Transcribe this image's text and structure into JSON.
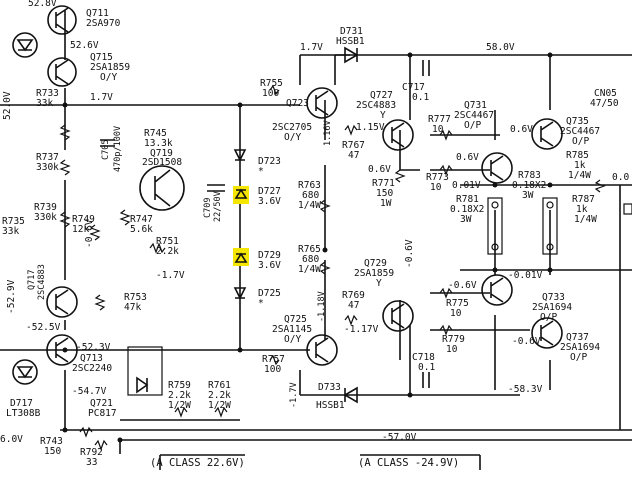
{
  "labels": {
    "top_left_voltage": "52.8V",
    "q711": "Q711",
    "q711_part": "2SA970",
    "q715": "Q715",
    "q715_part": "2SA1859",
    "q715_grade": "O/Y",
    "v52_6": "52.6V",
    "v52_0": "52.0V",
    "r733": "R733",
    "r733_val": "33k",
    "v1_7a": "1.7V",
    "c705": "C705",
    "c705_val": "470p/100V",
    "r737": "R737",
    "r737_val": "330k",
    "r745": "R745",
    "r745_val": "13.3k",
    "q719": "Q719",
    "q719_part": "2SD1508",
    "c709": "C709",
    "c709_val": "22/50V",
    "r735": "R735",
    "r735_val": "33k",
    "r739": "R739",
    "r739_val": "330k",
    "r749": "R749",
    "r749_val": "12k",
    "v_neg0_6": "-0.6V",
    "r747": "R747",
    "r747_val": "5.6k",
    "r751": "R751",
    "r751_val": "2.2k",
    "v_neg1_7": "-1.7V",
    "q717": "Q717",
    "q717_part": "2SC4883",
    "v_neg52_9": "-52.9V",
    "r753": "R753",
    "r753_val": "47k",
    "v_neg52_5": "-52.5V",
    "v_neg52_3": "-52.3V",
    "q713": "Q713",
    "q713_part": "2SC2240",
    "v_neg54_7": "-54.7V",
    "d717": "D717",
    "d717_part": "LT308B",
    "q721": "Q721",
    "q721_part": "PC817",
    "r759": "R759",
    "r759_val": "2.2k",
    "r759_w": "1/2W",
    "r761": "R761",
    "r761_val": "2.2k",
    "r761_w": "1/2W",
    "v_neg6_0": "6.0V",
    "r743": "R743",
    "r743_val": "150",
    "r792": "R792",
    "r792_val": "33",
    "class_a_pos": "(A CLASS 22.6V)",
    "class_a_neg": "(A CLASS -24.9V)",
    "d731": "D731",
    "d731_part": "HSSB1",
    "v1_7b": "1.7V",
    "v58": "58.0V",
    "c717": "C717",
    "c717_val": "0.1",
    "r755": "R755",
    "r755_val": "100",
    "q723": "Q723",
    "q723_part": "2SC2705",
    "q723_grade": "O/Y",
    "v1_16": "1.16V",
    "q727": "Q727",
    "q727_part": "2SC4883",
    "q727_grade": "Y",
    "v1_15": "1.15V",
    "r767": "R767",
    "r767_val": "47",
    "q731": "Q731",
    "q731_part": "2SC4467",
    "q731_grade": "O/P",
    "r777": "R777",
    "r777_val": "10",
    "v0_6a": "0.6V",
    "q735": "Q735",
    "q735_part": "2SC4467",
    "q735_grade": "O/P",
    "cn05": "CN05",
    "cn05_val": "47/50",
    "d723": "D723",
    "d727": "D727",
    "d727_v": "3.6V",
    "d729": "D729",
    "d729_v": "3.6V",
    "d725": "D725",
    "r763": "R763",
    "r763_val": "680",
    "r763_w": "1/4W",
    "r765": "R765",
    "r765_val": "680",
    "r765_w": "1/4W",
    "v0_6b": "0.6V",
    "v0_6c": "0.6V",
    "r771": "R771",
    "r771_val": "150",
    "r771_w": "1W",
    "r773": "R773",
    "r773_val": "10",
    "v0_01": "0.01V",
    "r783": "R783",
    "r783_val": "0.18X2",
    "r783_w": "3W",
    "r785": "R785",
    "r785_val": "1k",
    "r785_w": "1/4W",
    "r781": "R781",
    "r781_val": "0.18X2",
    "r781_w": "3W",
    "r787": "R787",
    "r787_val": "1k",
    "r787_w": "1/4W",
    "v_neg0_6_mid": "-0.6V",
    "v_neg0_01": "-0.01V",
    "q729": "Q729",
    "q729_part": "2SA1859",
    "q729_grade": "Y",
    "r769": "R769",
    "r769_val": "47",
    "v_neg1_17": "-1.17V",
    "v_neg1_18": "-1.18V",
    "v_neg0_6b": "-0.6V",
    "r775": "R775",
    "r775_val": "10",
    "q733": "Q733",
    "q733_part": "2SA1694",
    "q733_grade": "O/P",
    "r779": "R779",
    "r779_val": "10",
    "v_neg0_6c": "-0.6V",
    "q737": "Q737",
    "q737_part": "2SA1694",
    "q737_grade": "O/P",
    "q725": "Q725",
    "q725_part": "2SA1145",
    "q725_grade": "O/Y",
    "r757": "R757",
    "r757_val": "100",
    "c718": "C718",
    "c718_val": "0.1",
    "v_neg1_7b": "-1.7V",
    "d733": "D733",
    "d733_part": "HSSB1",
    "v_neg58_3": "-58.3V",
    "v_neg57": "-57.0V",
    "v0_0": "0.0"
  },
  "colors": {
    "highlight": "#f4e600",
    "ink": "#111111"
  }
}
